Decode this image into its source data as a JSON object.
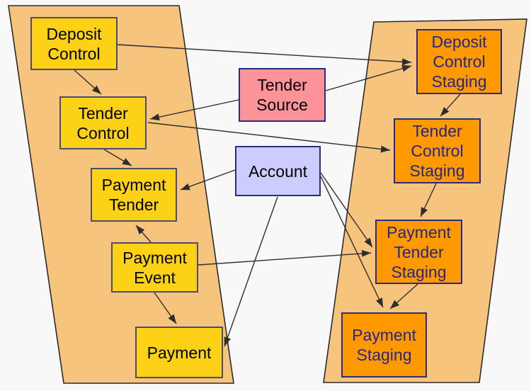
{
  "colors": {
    "background": "#f8f8f8",
    "region_fill": "#f6c47c",
    "region_border": "#2b2b2b",
    "left_node_fill": "#fcd116",
    "left_node_border": "#4c4c6e",
    "left_node_text": "#000000",
    "right_node_fill": "#ff9900",
    "right_node_border": "#2b2b80",
    "right_node_text": "#262687",
    "pink_node_fill": "#fb9398",
    "pink_node_border": "#2b2b80",
    "pink_node_text": "#000000",
    "lavender_node_fill": "#ccccff",
    "lavender_node_border": "#2b2b80",
    "lavender_node_text": "#000000",
    "arrow": "#2e2e2e"
  },
  "nodes": [
    {
      "id": "deposit-control",
      "label": "Deposit Control",
      "group": "left"
    },
    {
      "id": "tender-control",
      "label": "Tender Control",
      "group": "left"
    },
    {
      "id": "payment-tender",
      "label": "Payment Tender",
      "group": "left"
    },
    {
      "id": "payment-event",
      "label": "Payment Event",
      "group": "left"
    },
    {
      "id": "payment",
      "label": "Payment",
      "group": "left"
    },
    {
      "id": "tender-source",
      "label": "Tender Source",
      "group": "pink"
    },
    {
      "id": "account",
      "label": "Account",
      "group": "lavender"
    },
    {
      "id": "deposit-control-staging",
      "label": "Deposit Control Staging",
      "group": "right"
    },
    {
      "id": "tender-control-staging",
      "label": "Tender Control Staging",
      "group": "right"
    },
    {
      "id": "payment-tender-staging",
      "label": "Payment Tender Staging",
      "group": "right"
    },
    {
      "id": "payment-staging",
      "label": "Payment Staging",
      "group": "right"
    }
  ],
  "edges": [
    {
      "from": "deposit-control",
      "to": "tender-control"
    },
    {
      "from": "deposit-control",
      "to": "deposit-control-staging"
    },
    {
      "from": "tender-source",
      "to": "deposit-control-staging"
    },
    {
      "from": "tender-source",
      "to": "tender-control"
    },
    {
      "from": "tender-control",
      "to": "tender-control-staging"
    },
    {
      "from": "deposit-control-staging",
      "to": "tender-control-staging"
    },
    {
      "from": "tender-control",
      "to": "payment-tender"
    },
    {
      "from": "account",
      "to": "payment-tender"
    },
    {
      "from": "account",
      "to": "payment"
    },
    {
      "from": "payment-event",
      "to": "payment-tender"
    },
    {
      "from": "payment-event",
      "to": "payment"
    },
    {
      "from": "payment-event",
      "to": "payment-tender-staging"
    },
    {
      "from": "tender-control-staging",
      "to": "payment-tender-staging"
    },
    {
      "from": "account",
      "to": "payment-tender-staging"
    },
    {
      "from": "account",
      "to": "payment-staging"
    },
    {
      "from": "payment-tender-staging",
      "to": "payment-staging"
    }
  ]
}
